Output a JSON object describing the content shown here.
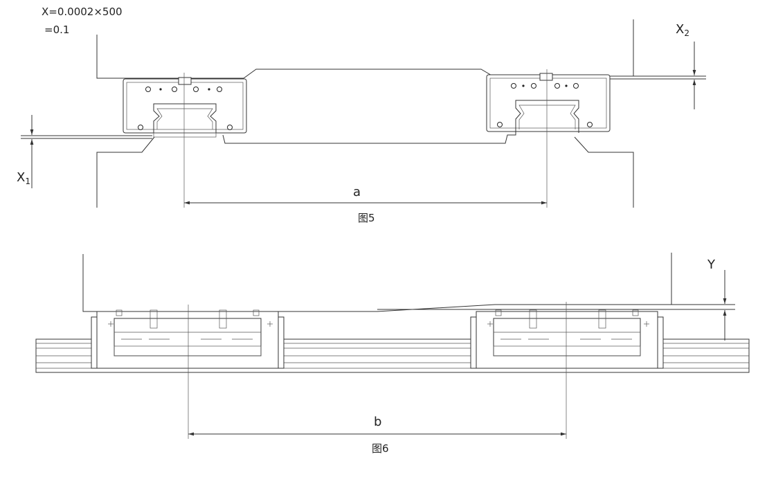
{
  "fig5": {
    "formula_line1": "X=0.0002×500",
    "formula_line2": "=0.1",
    "label_x1_main": "X",
    "label_x1_sub": "1",
    "label_x2_main": "X",
    "label_x2_sub": "2",
    "label_a": "a",
    "caption": "图5"
  },
  "fig6": {
    "label_y": "Y",
    "label_b": "b",
    "caption": "图6"
  },
  "colors": {
    "line": "#333333",
    "background": "#ffffff"
  }
}
